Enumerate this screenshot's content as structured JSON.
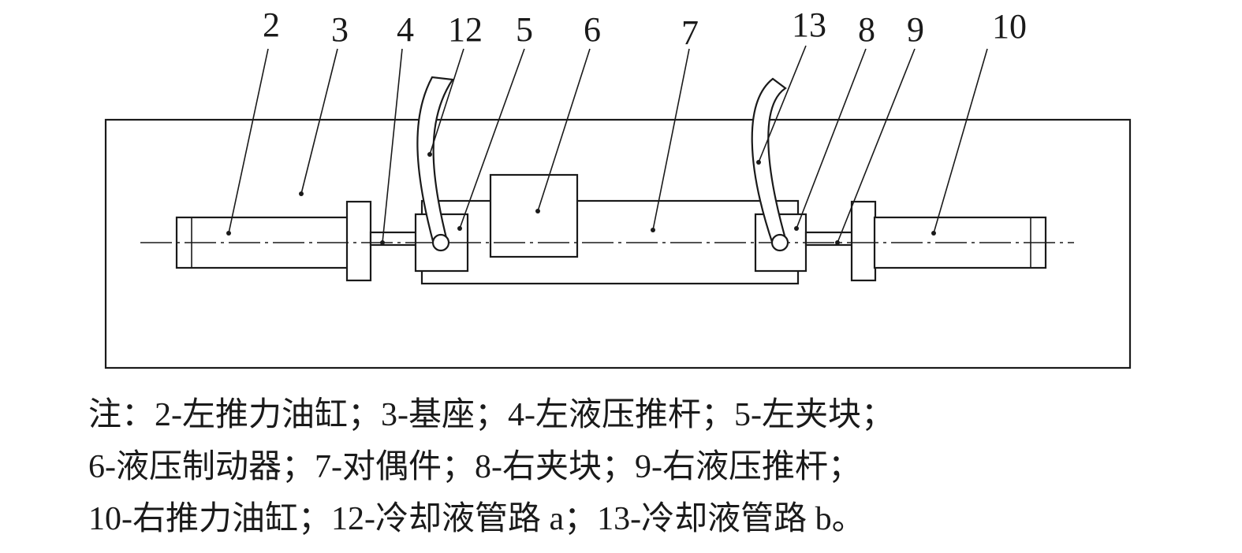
{
  "labels": {
    "l2": "2",
    "l3": "3",
    "l4": "4",
    "l12": "12",
    "l5": "5",
    "l6": "6",
    "l7": "7",
    "l13": "13",
    "l8": "8",
    "l9": "9",
    "l10": "10"
  },
  "caption": {
    "line1": "注：2-左推力油缸；3-基座；4-左液压推杆；5-左夹块；",
    "line2": "6-液压制动器；7-对偶件；8-右夹块；9-右液压推杆；",
    "line3": "10-右推力油缸；12-冷却液管路 a；13-冷却液管路 b。"
  }
}
